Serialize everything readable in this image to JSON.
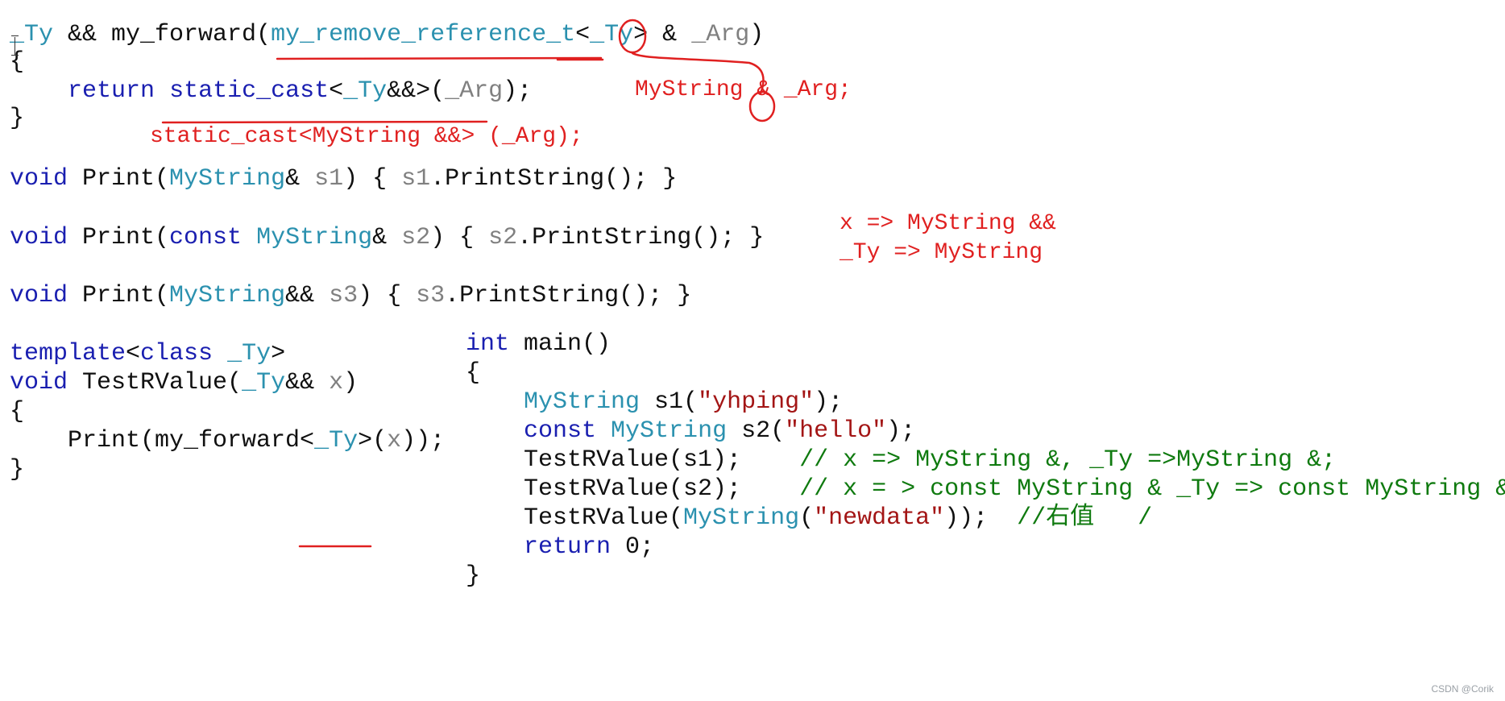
{
  "lines": [
    {
      "id": "l1",
      "tokens": [
        {
          "t": "_Ty",
          "c": "ty"
        },
        {
          "t": " && my_forward("
        },
        {
          "t": "my_remove_reference_t",
          "c": "ty"
        },
        {
          "t": "<"
        },
        {
          "t": "_Ty",
          "c": "ty"
        },
        {
          "t": "> "
        },
        {
          "t": "&"
        },
        {
          "t": " "
        },
        {
          "t": "_Arg",
          "c": "gr"
        },
        {
          "t": ")"
        }
      ]
    },
    {
      "id": "l2",
      "tokens": [
        {
          "t": "{"
        }
      ]
    },
    {
      "id": "l3",
      "tokens": [
        {
          "t": "    "
        },
        {
          "t": "return",
          "c": "kw"
        },
        {
          "t": " "
        },
        {
          "t": "static_cast",
          "c": "kw"
        },
        {
          "t": "<"
        },
        {
          "t": "_Ty",
          "c": "ty"
        },
        {
          "t": "&&>("
        },
        {
          "t": "_Arg",
          "c": "gr"
        },
        {
          "t": ");"
        }
      ]
    },
    {
      "id": "l4",
      "tokens": [
        {
          "t": "}"
        }
      ]
    },
    {
      "id": "l5",
      "tokens": [
        {
          "t": "void",
          "c": "kw"
        },
        {
          "t": " Print("
        },
        {
          "t": "MyString",
          "c": "ty"
        },
        {
          "t": "& "
        },
        {
          "t": "s1",
          "c": "gr"
        },
        {
          "t": ") { "
        },
        {
          "t": "s1",
          "c": "gr"
        },
        {
          "t": ".PrintString(); }"
        }
      ]
    },
    {
      "id": "l6",
      "tokens": [
        {
          "t": "void",
          "c": "kw"
        },
        {
          "t": " Print("
        },
        {
          "t": "const",
          "c": "kw"
        },
        {
          "t": " "
        },
        {
          "t": "MyString",
          "c": "ty"
        },
        {
          "t": "& "
        },
        {
          "t": "s2",
          "c": "gr"
        },
        {
          "t": ") { "
        },
        {
          "t": "s2",
          "c": "gr"
        },
        {
          "t": ".PrintString(); }"
        }
      ]
    },
    {
      "id": "l7",
      "tokens": [
        {
          "t": "void",
          "c": "kw"
        },
        {
          "t": " Print("
        },
        {
          "t": "MyString",
          "c": "ty"
        },
        {
          "t": "&& "
        },
        {
          "t": "s3",
          "c": "gr"
        },
        {
          "t": ") { "
        },
        {
          "t": "s3",
          "c": "gr"
        },
        {
          "t": ".PrintString(); }"
        }
      ]
    },
    {
      "id": "l8",
      "tokens": [
        {
          "t": "template",
          "c": "kw"
        },
        {
          "t": "<"
        },
        {
          "t": "class",
          "c": "kw"
        },
        {
          "t": " "
        },
        {
          "t": "_Ty",
          "c": "ty"
        },
        {
          "t": ">"
        }
      ]
    },
    {
      "id": "l9",
      "tokens": [
        {
          "t": "void",
          "c": "kw"
        },
        {
          "t": " TestRValue("
        },
        {
          "t": "_Ty",
          "c": "ty"
        },
        {
          "t": "&& "
        },
        {
          "t": "x",
          "c": "gr"
        },
        {
          "t": ")"
        }
      ]
    },
    {
      "id": "l10",
      "tokens": [
        {
          "t": "{"
        }
      ]
    },
    {
      "id": "l11",
      "tokens": [
        {
          "t": "    Print(my_forward<"
        },
        {
          "t": "_Ty",
          "c": "ty"
        },
        {
          "t": ">("
        },
        {
          "t": "x",
          "c": "gr"
        },
        {
          "t": "));"
        }
      ]
    },
    {
      "id": "l12",
      "tokens": [
        {
          "t": "}"
        }
      ]
    },
    {
      "id": "m1",
      "tokens": [
        {
          "t": "int",
          "c": "kw"
        },
        {
          "t": " main()"
        }
      ]
    },
    {
      "id": "m2",
      "tokens": [
        {
          "t": "{"
        }
      ]
    },
    {
      "id": "m3",
      "tokens": [
        {
          "t": "    "
        },
        {
          "t": "MyString",
          "c": "ty"
        },
        {
          "t": " s1("
        },
        {
          "t": "\"yhping\"",
          "c": "str"
        },
        {
          "t": ");"
        }
      ]
    },
    {
      "id": "m4",
      "tokens": [
        {
          "t": "    "
        },
        {
          "t": "const",
          "c": "kw"
        },
        {
          "t": " "
        },
        {
          "t": "MyString",
          "c": "ty"
        },
        {
          "t": " s2("
        },
        {
          "t": "\"hello\"",
          "c": "str"
        },
        {
          "t": ");"
        }
      ]
    },
    {
      "id": "m5",
      "tokens": [
        {
          "t": "    TestRValue(s1);    "
        },
        {
          "t": "// x => MyString &, _Ty =>MyString &;",
          "c": "cm"
        }
      ]
    },
    {
      "id": "m6",
      "tokens": [
        {
          "t": "    TestRValue(s2);    "
        },
        {
          "t": "// x = > const MyString & _Ty => const MyString &",
          "c": "cm"
        }
      ]
    },
    {
      "id": "m7",
      "tokens": [
        {
          "t": "    TestRValue("
        },
        {
          "t": "MyString",
          "c": "ty"
        },
        {
          "t": "("
        },
        {
          "t": "\"newdata\"",
          "c": "str"
        },
        {
          "t": "));  "
        },
        {
          "t": "//右值   /",
          "c": "cm"
        }
      ]
    },
    {
      "id": "m8",
      "tokens": [
        {
          "t": "    "
        },
        {
          "t": "return",
          "c": "kw"
        },
        {
          "t": " 0;"
        }
      ]
    },
    {
      "id": "m9",
      "tokens": [
        {
          "t": "}"
        }
      ]
    }
  ],
  "notes": {
    "n1": "MyString & _Arg;",
    "n2": "static_cast<MyString &&> (_Arg);",
    "n3": "x => MyString &&",
    "n4": "_Ty => MyString"
  },
  "watermark": "CSDN @Corik",
  "colors": {
    "ink": "#e02020"
  }
}
